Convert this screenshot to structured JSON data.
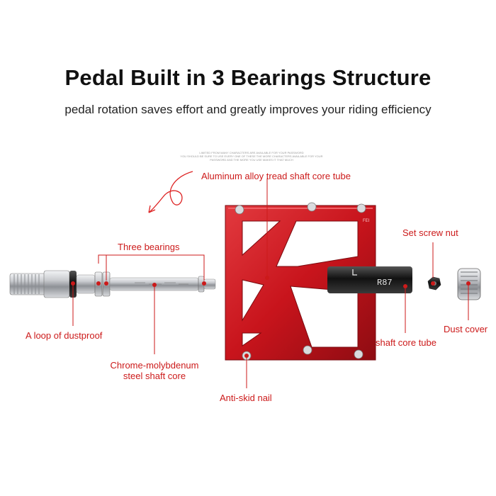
{
  "title": "Pedal Built in 3 Bearings Structure",
  "subtitle": "pedal rotation saves effort and greatly improves your riding efficiency",
  "fine_print": {
    "line1": "LIMITED FROM MANY CHARACTERS ARE AVAILABLE FOR YOUR PASSWORD",
    "line2": "YOU SHOULD BE SURE TO USE EVERY ONE OF THESE THE MORE CHARACTERS AVAILABLE FOR YOUR",
    "line3": "PASSWORD AND THE MORE YOU USE MAKES IT THAT MUCH"
  },
  "pedal_marks": {
    "model": "R87",
    "logo": "FEI"
  },
  "labels": {
    "shaft_core_tube_top": "Aluminum alloy tread shaft core tube",
    "three_bearings": "Three bearings",
    "set_screw_nut": "Set screw nut",
    "dustproof_loop": "A loop of dustproof",
    "dust_cover": "Dust cover",
    "shaft_core_tube": "shaft core tube",
    "chromoly_line1": "Chrome-molybdenum",
    "chromoly_line2": "steel shaft core",
    "anti_skid_nail": "Anti-skid nail"
  },
  "colors": {
    "accent": "#cc1a1a",
    "pedal_red": "#c8141c",
    "metal": "#b9bcc0"
  }
}
